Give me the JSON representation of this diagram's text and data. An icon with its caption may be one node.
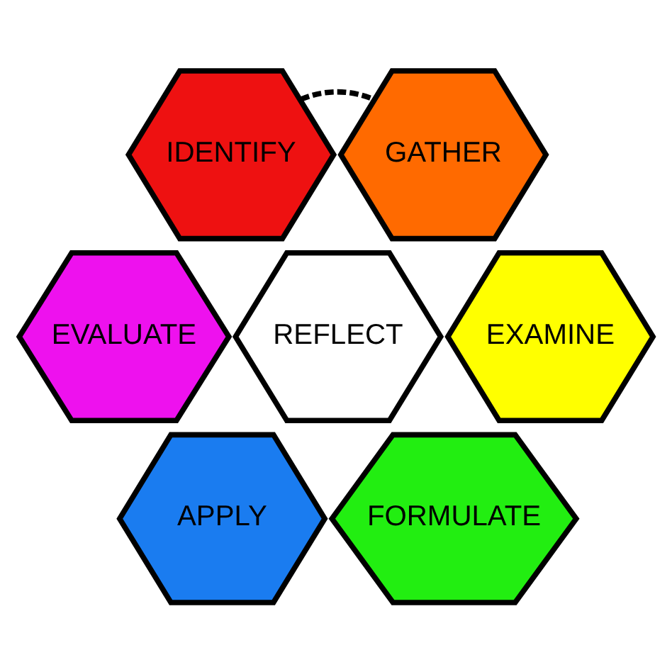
{
  "diagram": {
    "nodes": [
      {
        "text": [
          "IDENTIFY"
        ]
      },
      {
        "text": [
          "GATHER"
        ]
      },
      {
        "text": [
          "EVALUATE"
        ]
      },
      {
        "text": [
          "REFLECT"
        ]
      },
      {
        "text": [
          "EXAMINE"
        ]
      },
      {
        "text": [
          "APPLY"
        ]
      },
      {
        "text": [
          "FORMULATE"
        ]
      }
    ],
    "edges": [
      {
        "from": 0,
        "to": 1,
        "arrow": "none",
        "style": "dashed"
      }
    ]
  }
}
